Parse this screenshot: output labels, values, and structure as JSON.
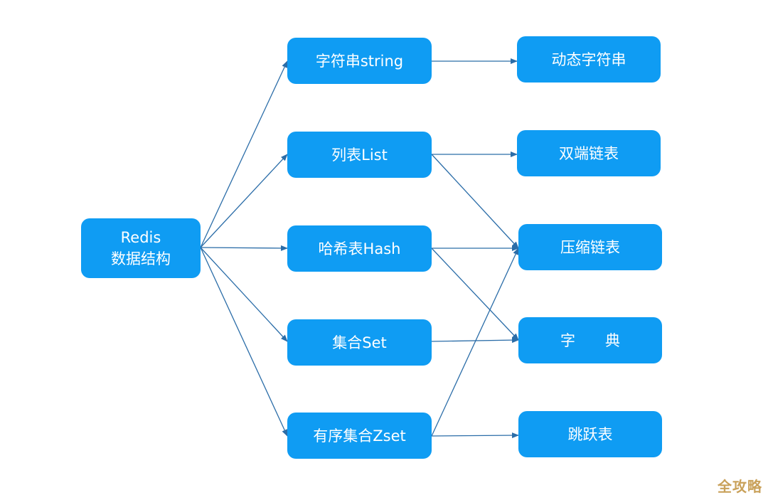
{
  "nodes": {
    "root": {
      "line1": "Redis",
      "line2": "数据结构"
    },
    "string": "字符串string",
    "list": "列表List",
    "hash": "哈希表Hash",
    "set": "集合Set",
    "zset": "有序集合Zset",
    "sds": "动态字符串",
    "dlist": "双端链表",
    "ziplist": "压缩链表",
    "dict": "字　　典",
    "skiplist": "跳跃表"
  },
  "edges": [
    [
      "root",
      "string"
    ],
    [
      "root",
      "list"
    ],
    [
      "root",
      "hash"
    ],
    [
      "root",
      "set"
    ],
    [
      "root",
      "zset"
    ],
    [
      "string",
      "sds"
    ],
    [
      "list",
      "dlist"
    ],
    [
      "list",
      "ziplist"
    ],
    [
      "hash",
      "ziplist"
    ],
    [
      "hash",
      "dict"
    ],
    [
      "set",
      "dict"
    ],
    [
      "zset",
      "ziplist"
    ],
    [
      "zset",
      "skiplist"
    ]
  ],
  "colors": {
    "node_fill": "#0f9cf3",
    "node_text": "#ffffff",
    "edge": "#2b6da8"
  },
  "watermark": "全攻略"
}
